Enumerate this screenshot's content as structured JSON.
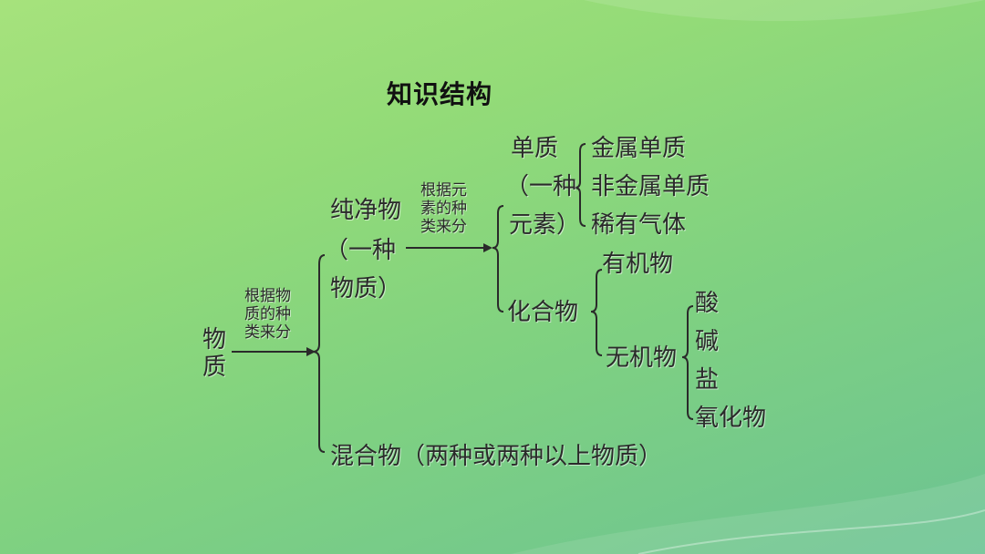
{
  "title": "知识结构",
  "root": [
    "物",
    "质"
  ],
  "method_substance": [
    "根据物",
    "质的种",
    "类来分"
  ],
  "pure": [
    "纯净物",
    "（一种",
    "物质）"
  ],
  "method_element": [
    "根据元",
    "素的种",
    "类来分"
  ],
  "element_substance": [
    "单质",
    "（一种",
    "元素）"
  ],
  "element_types": [
    "金属单质",
    "非金属单质",
    "稀有气体"
  ],
  "compound": "化合物",
  "organic": "有机物",
  "inorganic": "无机物",
  "inorganic_types": [
    "酸",
    "碱",
    "盐",
    "氧化物"
  ],
  "mixture": "混合物（两种或两种以上物质）",
  "colors": {
    "text": "#2a2a2a",
    "line": "#2a2a2a",
    "bg_top": "#a6e27c",
    "bg_bottom": "#6cc393"
  }
}
